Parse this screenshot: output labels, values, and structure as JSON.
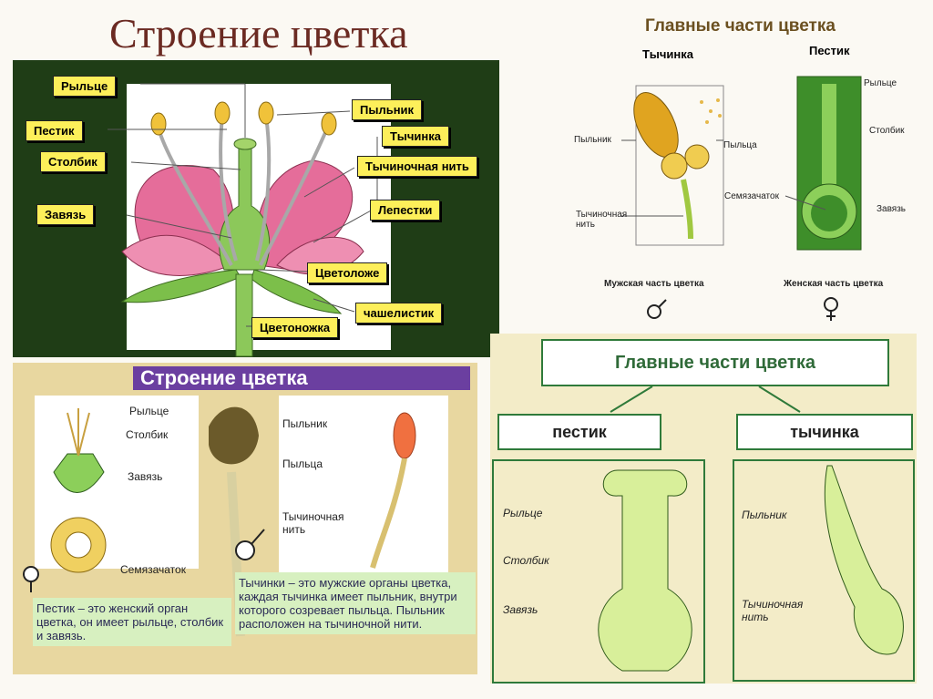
{
  "title": "Строение цветка",
  "panel1": {
    "labels": {
      "rylce": "Рыльце",
      "pestik": "Пестик",
      "stolbik": "Столбик",
      "zavyaz": "Завязь",
      "pylnik": "Пыльник",
      "tychinka": "Тычинка",
      "tych_nit": "Тычиночная нить",
      "lepestki": "Лепестки",
      "cvetolozhe": "Цветоложе",
      "chashelistik": "чашелистик",
      "cvetonozhka": "Цветоножка"
    }
  },
  "panel2": {
    "heading": "Главные части цветка",
    "tychinka": "Тычинка",
    "pestik": "Пестик",
    "pylnik": "Пыльник",
    "pylca": "Пыльца",
    "tych_nit": "Тычиночная\nнить",
    "rylce": "Рыльце",
    "stolbik": "Столбик",
    "semyazachatok": "Семязачаток",
    "zavyaz": "Завязь",
    "male": "Мужская часть цветка",
    "female": "Женская часть цветка"
  },
  "panel3": {
    "heading": "Строение цветка",
    "rylce": "Рыльце",
    "stolbik": "Столбик",
    "zavyaz": "Завязь",
    "semyazachatok": "Семязачаток",
    "pylnik": "Пыльник",
    "pylca": "Пыльца",
    "tych_nit": "Тычиночная\nнить",
    "pestik_text": "Пестик – это женский орган цветка, он имеет рыльце, столбик и завязь.",
    "tych_text": "Тычинки – это мужские органы цветка, каждая тычинка имеет пыльник, внутри которого созревает пыльца. Пыльник расположен на тычиночной нити."
  },
  "panel4": {
    "heading": "Главные части цветка",
    "pestik": "пестик",
    "tychinka": "тычинка",
    "rylce": "Рыльце",
    "stolbik": "Столбик",
    "zavyaz": "Завязь",
    "pylnik": "Пыльник",
    "tych_nit": "Тычиночная\nнить"
  },
  "colors": {
    "title": "#6b2a22",
    "label_bg": "#fdef5a",
    "green": "#2f7a3a",
    "purple": "#5b3a8e"
  }
}
